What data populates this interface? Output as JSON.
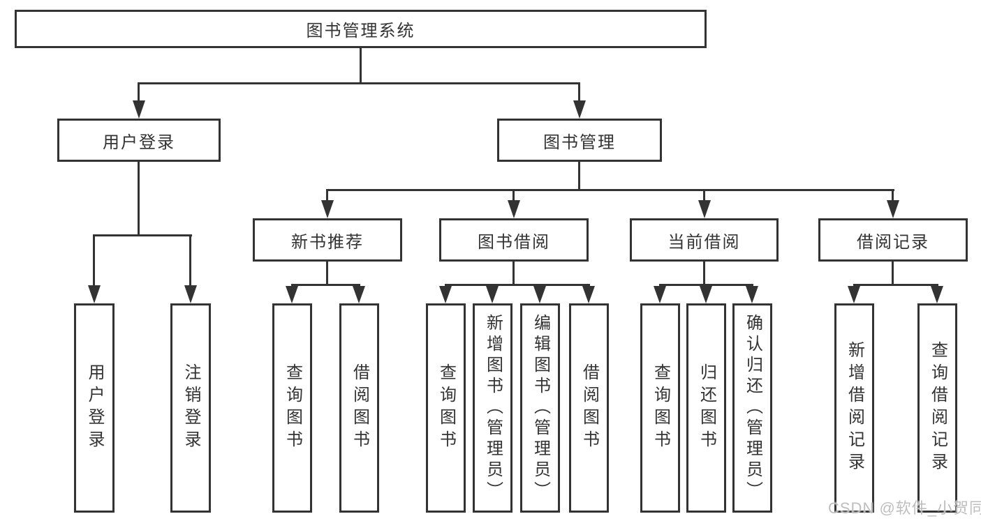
{
  "tree": {
    "label": "图书管理系统",
    "children": [
      {
        "label": "用户登录",
        "children": [
          {
            "label": "用户登录"
          },
          {
            "label": "注销登录"
          }
        ]
      },
      {
        "label": "图书管理",
        "children": [
          {
            "label": "新书推荐",
            "children": [
              {
                "label": "查询图书"
              },
              {
                "label": "借阅图书"
              }
            ]
          },
          {
            "label": "图书借阅",
            "children": [
              {
                "label": "查询图书"
              },
              {
                "label": "新增图书（管理员）"
              },
              {
                "label": "编辑图书（管理员）"
              },
              {
                "label": "借阅图书"
              }
            ]
          },
          {
            "label": "当前借阅",
            "children": [
              {
                "label": "查询图书"
              },
              {
                "label": "归还图书"
              },
              {
                "label": "确认归还（管理员）"
              }
            ]
          },
          {
            "label": "借阅记录",
            "children": [
              {
                "label": "新增借阅记录"
              },
              {
                "label": "查询借阅记录"
              }
            ]
          }
        ]
      }
    ]
  },
  "watermark": {
    "text": "CSDN @软件_小贺同学"
  },
  "colors": {
    "line": "#333333",
    "text": "#333333",
    "box_fill": "#ffffff",
    "watermark": "#bababa"
  }
}
